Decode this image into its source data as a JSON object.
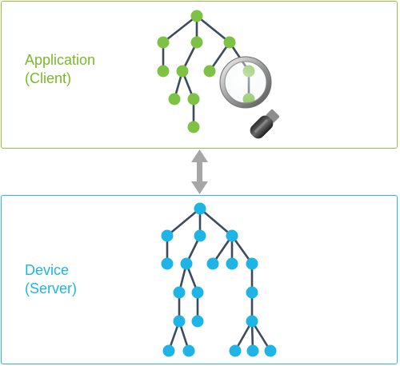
{
  "client": {
    "title_line1": "Application",
    "title_line2": "(Client)",
    "color": "#7ab929",
    "node_color": "#7dc242",
    "icon": "magnifier-icon"
  },
  "server": {
    "title_line1": "Device",
    "title_line2": "(Server)",
    "color": "#1eb4e6",
    "node_color": "#1eb4e6"
  },
  "connector": {
    "icon": "double-arrow-icon",
    "color": "#a6a6a6"
  },
  "edge_color": "#3d4b5c"
}
